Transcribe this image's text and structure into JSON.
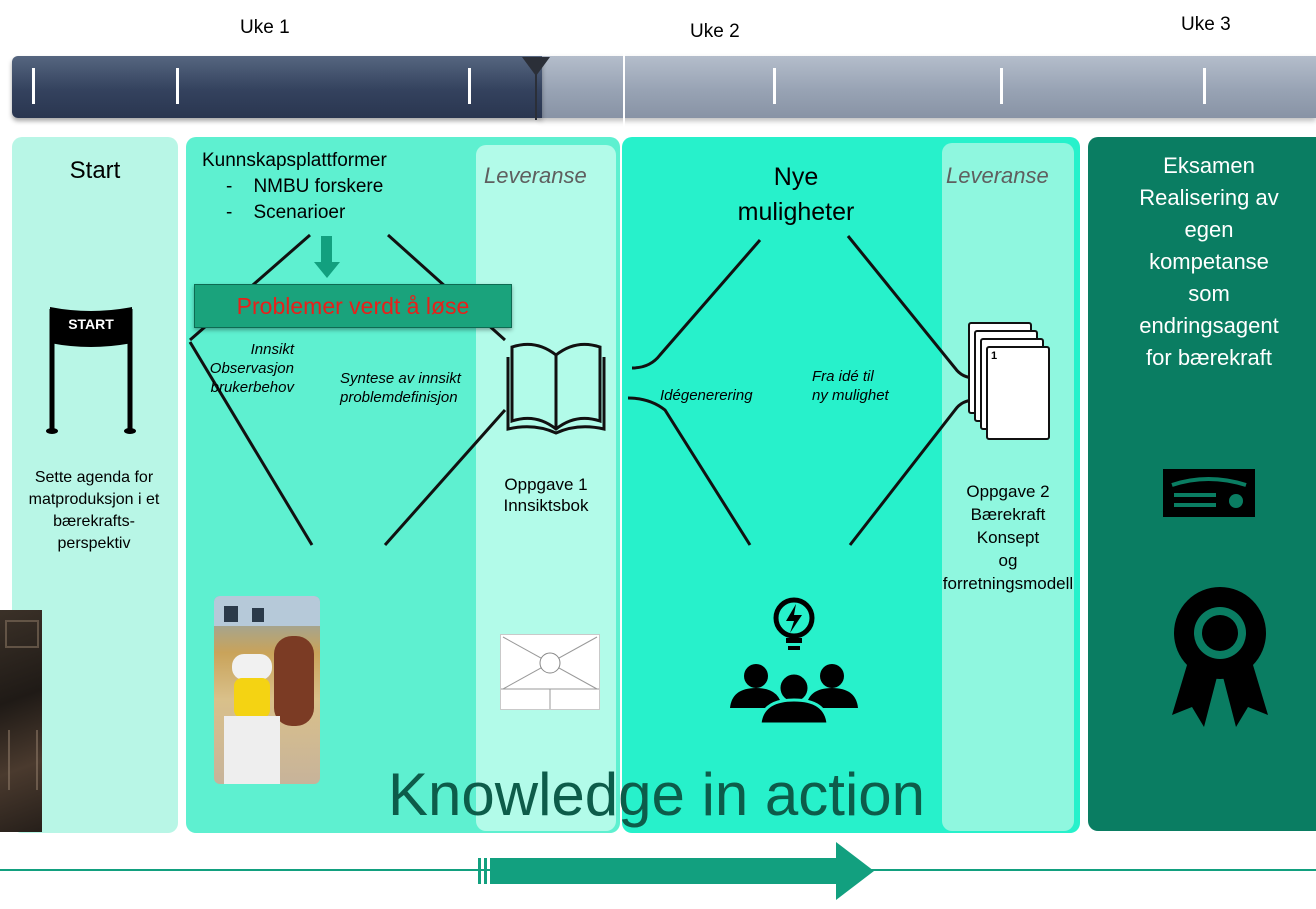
{
  "weeks": [
    "Uke 1",
    "Uke 2",
    "Uke 3"
  ],
  "start": {
    "title": "Start",
    "sign_text": "START",
    "description": "Sette agenda for matproduksjon i et bærekrafts-perspektiv"
  },
  "phase1": {
    "title_lines": [
      "Kunnskapsplattformer",
      "-    NMBU forskere",
      "-    Scenarioer"
    ],
    "problem_box": "Problemer verdt å løse",
    "label_left": [
      "Innsikt",
      "Observasjon",
      "brukerbehov"
    ],
    "label_right": [
      "Syntese av innsikt",
      "problemdefinisjon"
    ],
    "deliverable_label": "Leveranse",
    "deliverable_text": [
      "Oppgave 1",
      "Innsiktsbok"
    ]
  },
  "phase2": {
    "title_lines": [
      "Nye",
      "muligheter"
    ],
    "label_left": "Idégenerering",
    "label_right": [
      "Fra idé til",
      "ny mulighet"
    ],
    "deliverable_label": "Leveranse",
    "deliverable_text": [
      "Oppgave 2",
      "Bærekraft",
      "Konsept",
      "og",
      "forretningsmodell"
    ],
    "card_number": "1"
  },
  "exam": {
    "lines": [
      "Eksamen",
      "Realisering av",
      "egen",
      "kompetanse",
      "som",
      "endringsagent",
      "for bærekraft"
    ]
  },
  "footer": {
    "title": "Knowledge in action"
  },
  "colors": {
    "start_panel": "#b8f6e6",
    "phase1_panel": "#5ef0d0",
    "phase1_deliverable": "#b2fbe9",
    "phase2_panel": "#27f1cb",
    "phase2_deliverable": "#8ff7df",
    "exam_panel": "#0a7d62",
    "problem_box": "#1aa37c",
    "problem_text": "#e8201a",
    "arrow": "#12a07f",
    "title_text": "#0d5c4a"
  }
}
